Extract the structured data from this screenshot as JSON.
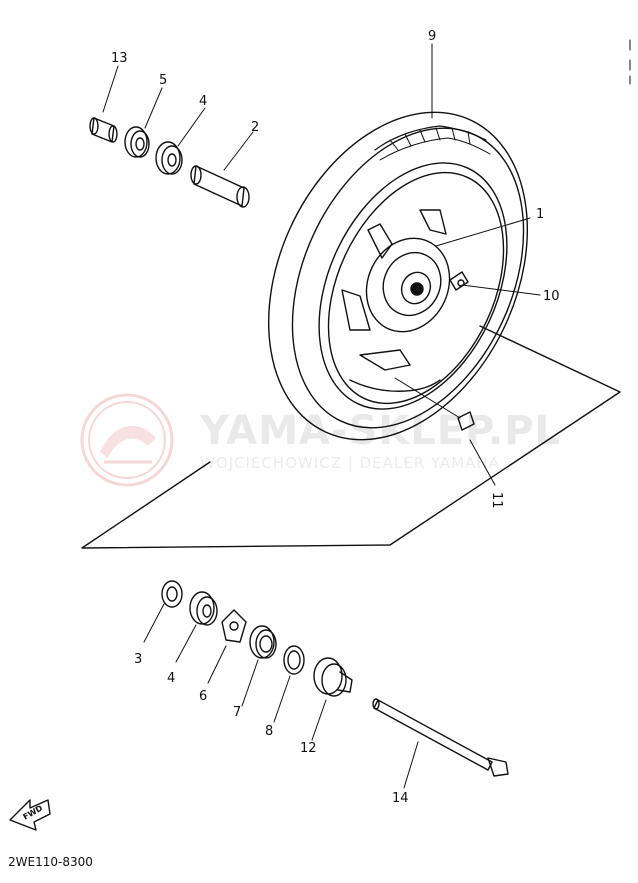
{
  "diagram": {
    "part_code": "2WE110-8300",
    "front_arrow_label": "FWD",
    "watermark": {
      "title": "YAMA-SKLEP.PL",
      "subtitle": "WOJCIECHOWICZ | DEALER YAMAHA"
    },
    "callouts": {
      "c1": "1",
      "c2": "2",
      "c3": "3",
      "c4a": "4",
      "c4b": "4",
      "c5": "5",
      "c6": "6",
      "c7": "7",
      "c8": "8",
      "c9": "9",
      "c10": "10",
      "c11": "11",
      "c12": "12",
      "c13": "13",
      "c14": "14"
    },
    "colors": {
      "line": "#111111",
      "watermark": "#f2c2c2"
    }
  }
}
